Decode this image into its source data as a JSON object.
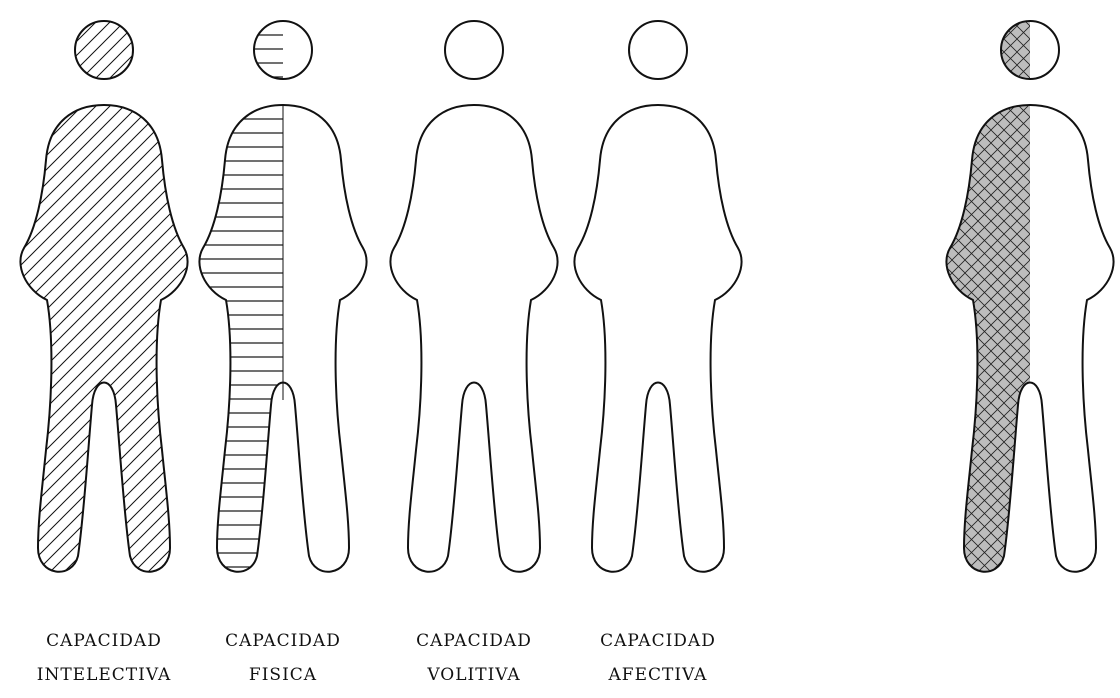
{
  "figures": [
    {
      "id": "intelectiva",
      "pattern": "diagonal",
      "label_line1": "CAPACIDAD",
      "label_line2": "INTELECTIVA"
    },
    {
      "id": "fisica",
      "pattern": "horizontal-left-half",
      "label_line1": "CAPACIDAD",
      "label_line2": "FISICA"
    },
    {
      "id": "volitiva",
      "pattern": "none",
      "label_line1": "CAPACIDAD",
      "label_line2": "VOLITIVA"
    },
    {
      "id": "afectiva",
      "pattern": "none",
      "label_line1": "CAPACIDAD",
      "label_line2": "AFECTIVA"
    },
    {
      "id": "combinada",
      "pattern": "crosshatch-left-half",
      "label_line1": "",
      "label_line2": ""
    }
  ],
  "colors": {
    "stroke": "#111111",
    "fill_shade": "#bdbdbd",
    "background": "#ffffff"
  }
}
